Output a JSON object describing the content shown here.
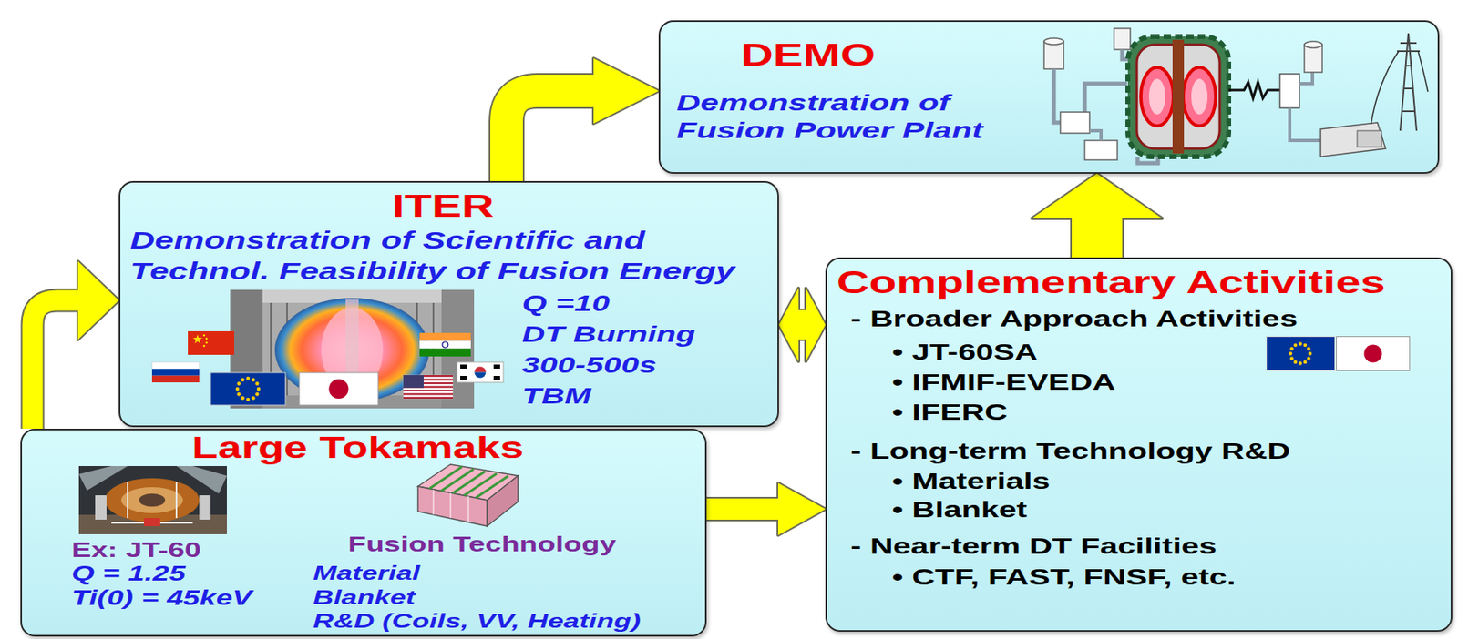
{
  "diagram": {
    "nodes": [
      {
        "text": [
          "DEMO",
          "Demonstration of Fusion Power Plant"
        ]
      },
      {
        "text": [
          "ITER",
          "Demonstration of Scientific and Technol. Feasibility of Fusion Energy",
          "Q =10",
          "DT Burning",
          "300-500s",
          "TBM"
        ]
      },
      {
        "text": [
          "Complementary Activities",
          "- Broader Approach Activities",
          "• JT-60SA",
          "• IFMIF-EVEDA",
          "• IFERC",
          "- Long-term Technology R&D",
          "• Materials",
          "• Blanket",
          "- Near-term DT Facilities",
          "• CTF, FAST, FNSF, etc."
        ]
      },
      {
        "text": [
          "Large Tokamaks",
          "Ex: JT-60",
          "Q = 1.25",
          "Ti(0) = 45keV",
          "Fusion Technology",
          "Material",
          "Blanket",
          "R&D (Coils, VV, Heating)"
        ]
      }
    ],
    "edges": [
      {
        "from": 3,
        "to": 1,
        "arrow": "to"
      },
      {
        "from": 1,
        "to": 0,
        "arrow": "to"
      },
      {
        "from": 1,
        "to": 2,
        "arrow": "both"
      },
      {
        "from": 3,
        "to": 2,
        "arrow": "to"
      },
      {
        "from": 2,
        "to": 0,
        "arrow": "to"
      }
    ]
  }
}
